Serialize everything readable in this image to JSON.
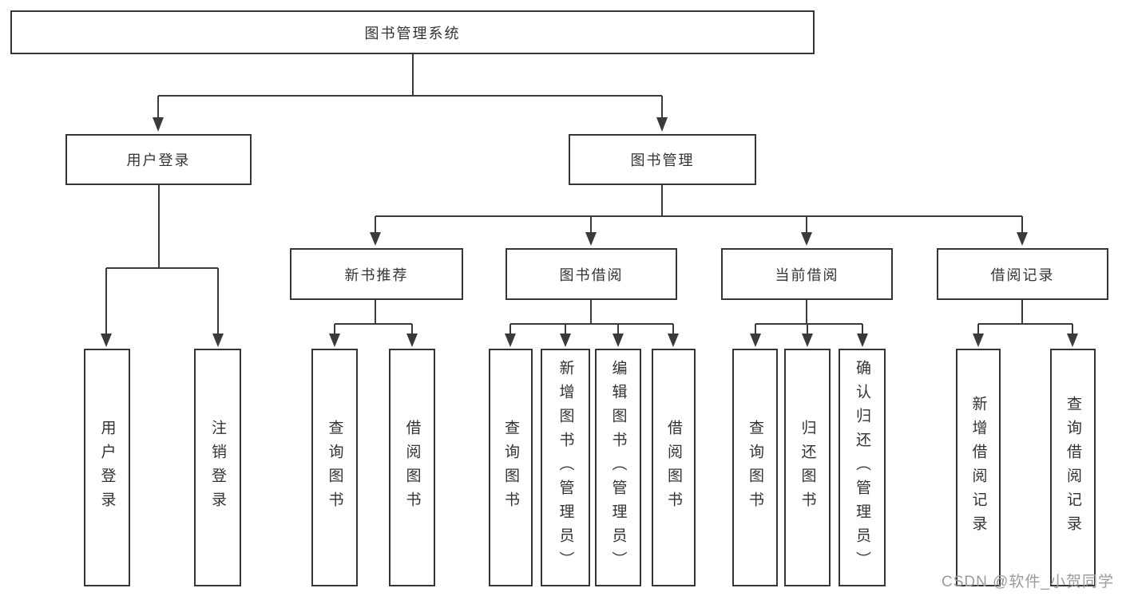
{
  "diagram": {
    "root": {
      "label": "图书管理系统"
    },
    "level2": [
      {
        "id": "user-login",
        "label": "用户登录"
      },
      {
        "id": "book-management",
        "label": "图书管理"
      }
    ],
    "level3": [
      {
        "id": "new-book-recommend",
        "label": "新书推荐",
        "parent": "book-management"
      },
      {
        "id": "book-borrow",
        "label": "图书借阅",
        "parent": "book-management"
      },
      {
        "id": "current-borrow",
        "label": "当前借阅",
        "parent": "book-management"
      },
      {
        "id": "borrow-records",
        "label": "借阅记录",
        "parent": "book-management"
      }
    ],
    "leaves": [
      {
        "label": "用户登录",
        "parent": "user-login"
      },
      {
        "label": "注销登录",
        "parent": "user-login"
      },
      {
        "label": "查询图书",
        "parent": "new-book-recommend"
      },
      {
        "label": "借阅图书",
        "parent": "new-book-recommend"
      },
      {
        "label": "查询图书",
        "parent": "book-borrow"
      },
      {
        "label": "新增图书（管理员）",
        "parent": "book-borrow"
      },
      {
        "label": "编辑图书（管理员）",
        "parent": "book-borrow"
      },
      {
        "label": "借阅图书",
        "parent": "book-borrow"
      },
      {
        "label": "查询图书",
        "parent": "current-borrow"
      },
      {
        "label": "归还图书",
        "parent": "current-borrow"
      },
      {
        "label": "确认归还（管理员）",
        "parent": "current-borrow"
      },
      {
        "label": "新增借阅记录",
        "parent": "borrow-records"
      },
      {
        "label": "查询借阅记录",
        "parent": "borrow-records"
      }
    ]
  },
  "watermark": {
    "text": "CSDN @软件_小贺同学"
  },
  "colors": {
    "line": "#3a3a3a",
    "box_border": "#363636",
    "text": "#333333",
    "watermark": "#9b9b9b",
    "background": "#ffffff"
  }
}
